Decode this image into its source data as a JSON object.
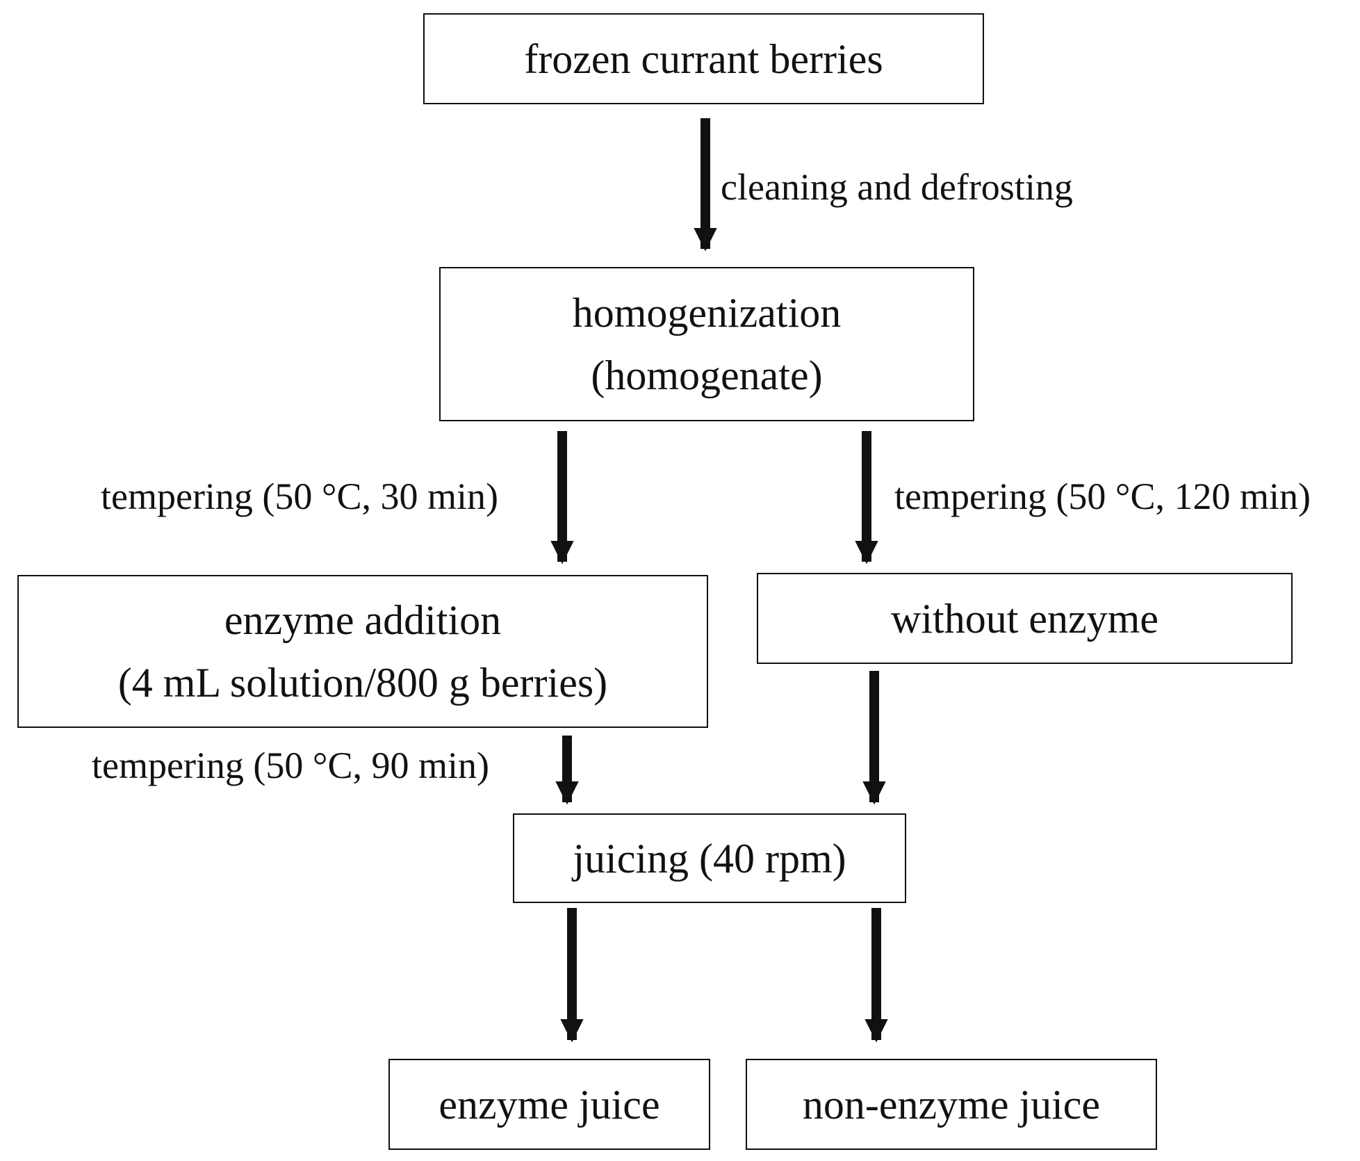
{
  "nodes": {
    "frozen": {
      "line1": "frozen currant berries"
    },
    "homogenization": {
      "line1": "homogenization",
      "line2": "(homogenate)"
    },
    "enzyme_addition": {
      "line1": "enzyme addition",
      "line2": "(4 mL solution/800 g berries)"
    },
    "without_enzyme": {
      "line1": "without enzyme"
    },
    "juicing": {
      "line1": "juicing (40 rpm)"
    },
    "enzyme_juice": {
      "line1": "enzyme juice"
    },
    "non_enzyme_juice": {
      "line1": "non-enzyme juice"
    }
  },
  "edges": {
    "cleaning": "cleaning and defrosting",
    "tempering_30": "tempering (50 °C, 30 min)",
    "tempering_120": "tempering (50 °C, 120 min)",
    "tempering_90": "tempering (50 °C, 90 min)"
  },
  "colors": {
    "stroke": "#111111",
    "background": "#ffffff"
  }
}
